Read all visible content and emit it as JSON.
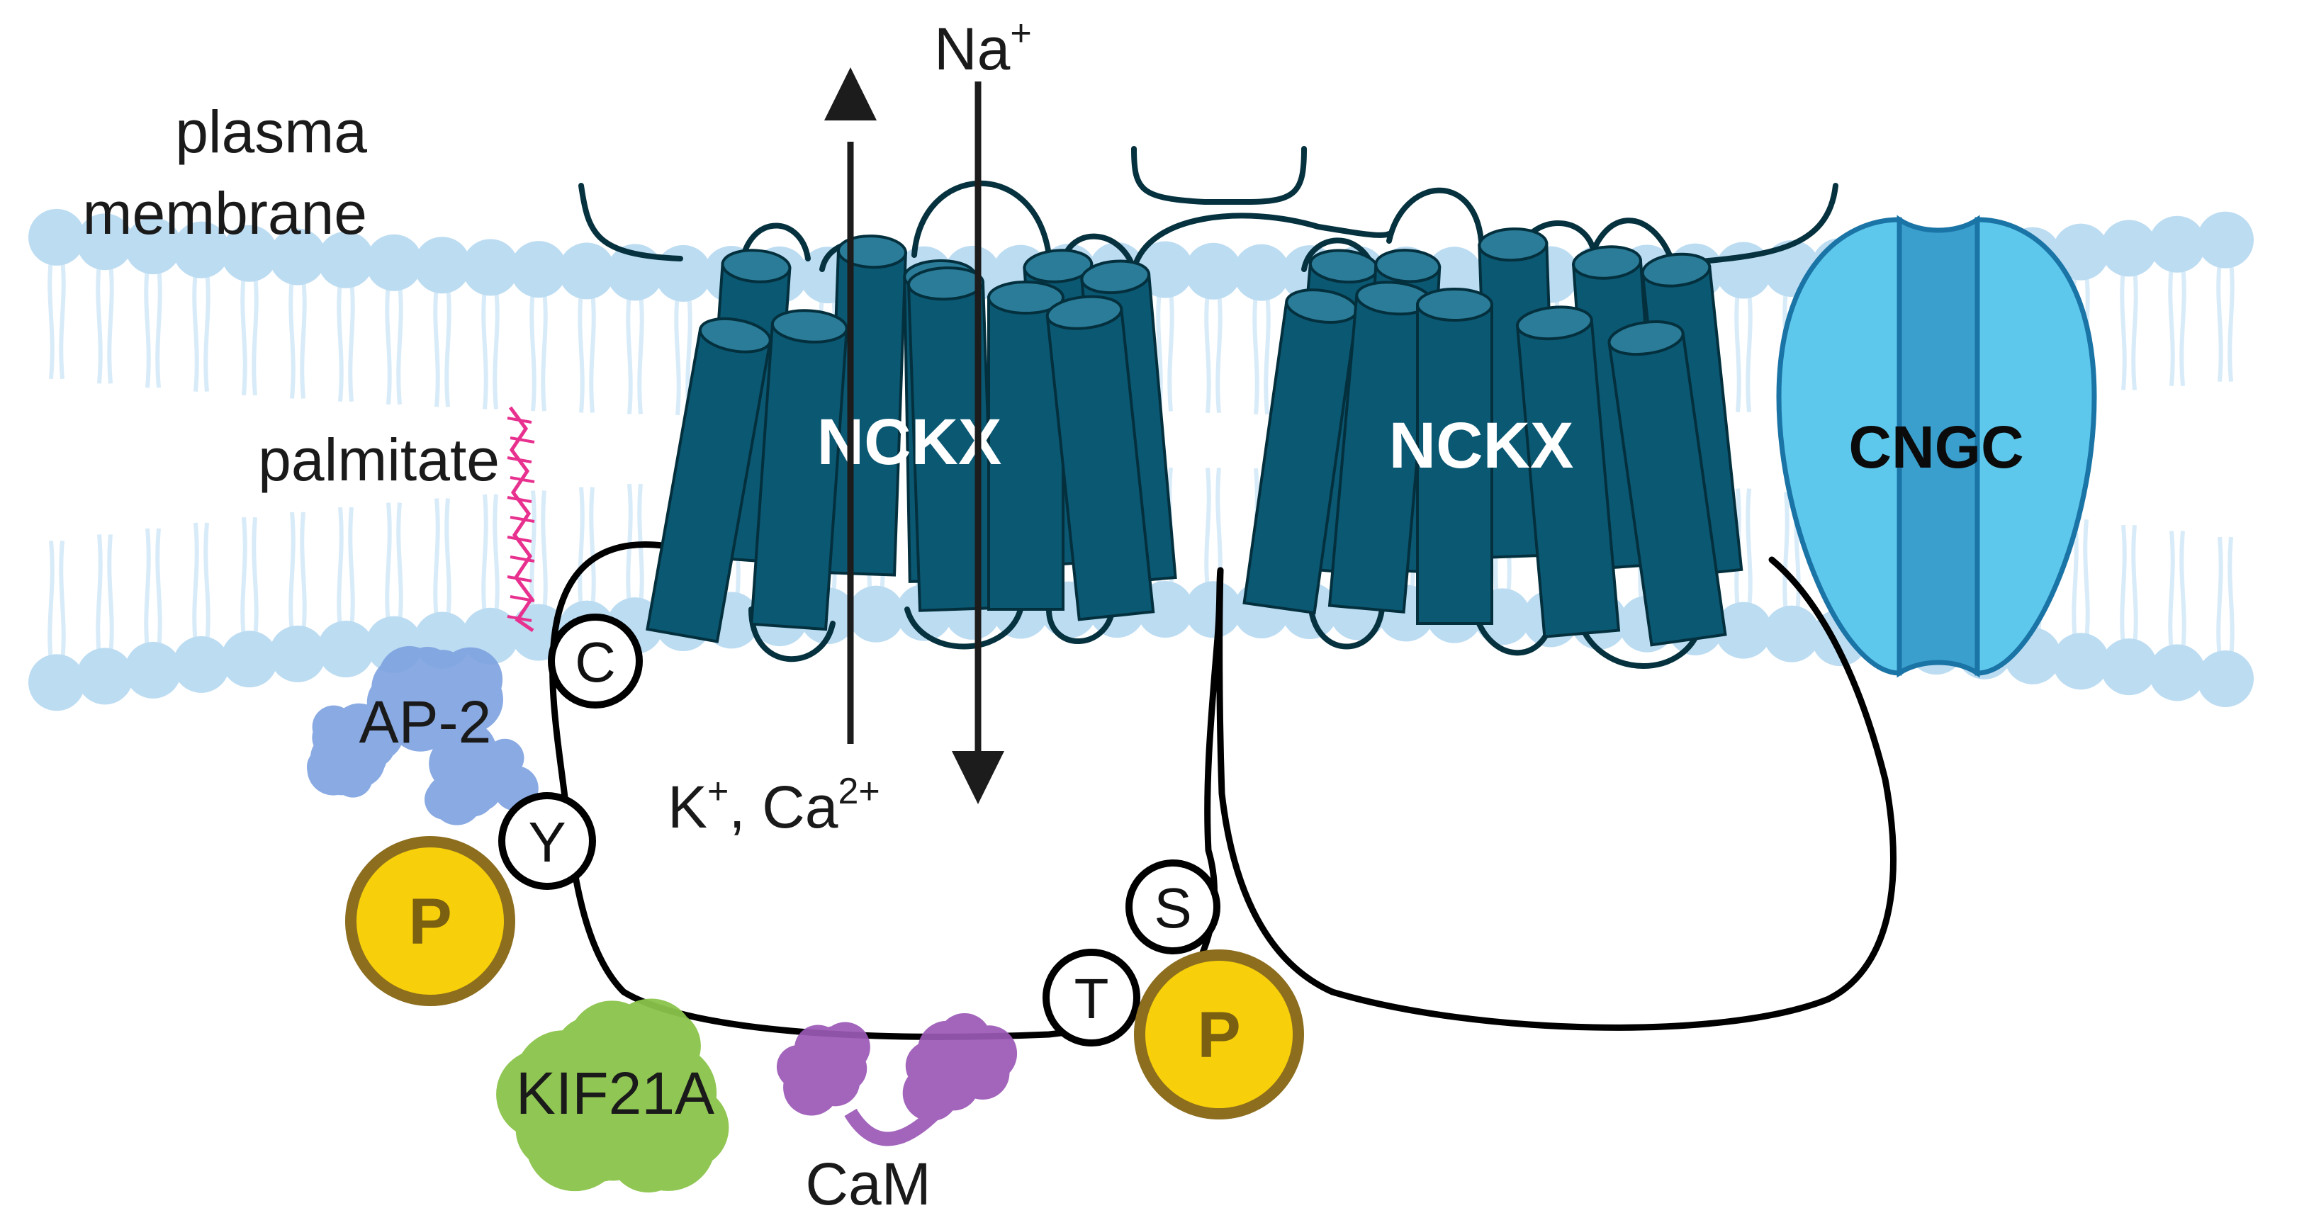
{
  "labels": {
    "membrane_line1": "plasma",
    "membrane_line2": "membrane",
    "palmitate": "palmitate",
    "na": "Na",
    "na_sup": "+",
    "k": "K",
    "k_sup": "+",
    "ca_sep": ", Ca",
    "ca_sup": "2+",
    "ap2": "AP-2",
    "kif21a": "KIF21A",
    "cam": "CaM"
  },
  "proteins": {
    "nckx_left": "NCKX",
    "nckx_right": "NCKX",
    "cngc": "CNGC"
  },
  "residues": {
    "cys": "C",
    "tyr": "Y",
    "ser": "S",
    "thr": "T",
    "phospho_1": "P",
    "phospho_2": "P"
  },
  "colors": {
    "lipid_head": "#bcdcf2",
    "lipid_tail": "#d8ebf8",
    "helix": "#0b5873",
    "helix_top": "#2b7c98",
    "cngc_outer": "#5ec8ec",
    "cngc_inner": "#3a9fcc",
    "phospho_fill": "#f7cf0a",
    "phospho_ring": "#8c6e1e",
    "palmitate": "#e8308f",
    "ap2": "#7fa3e0",
    "kif21a": "#8bc34a",
    "cam": "#9b59b6"
  }
}
